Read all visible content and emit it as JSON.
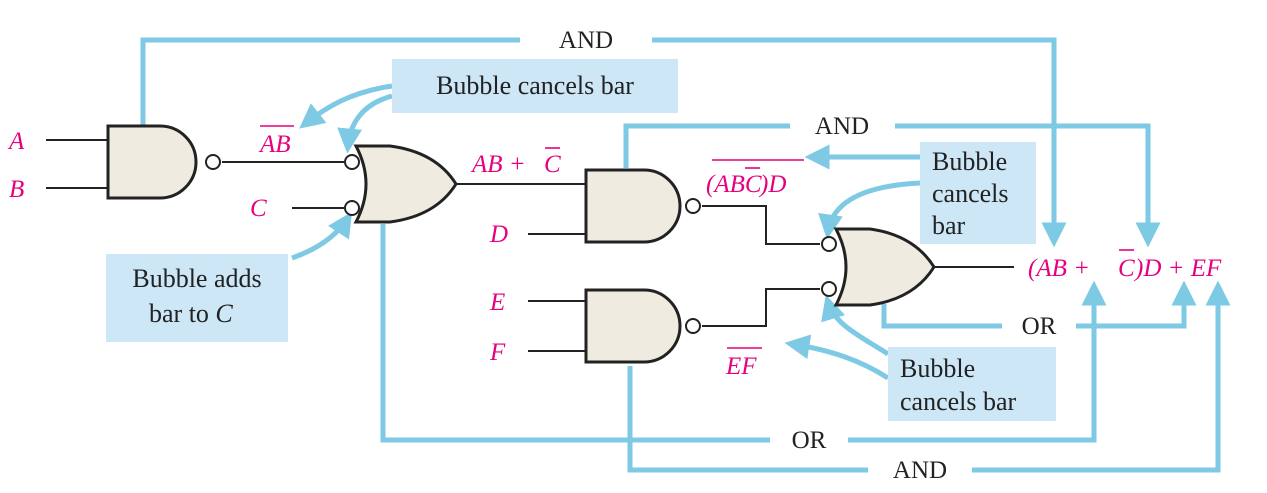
{
  "inputs": {
    "a": "A",
    "b": "B",
    "c": "C",
    "d": "D",
    "e": "E",
    "f": "F"
  },
  "signals": {
    "ab": "AB",
    "ab_plus": "AB + ",
    "c_bar": "C",
    "abc_paren": "(ABC",
    "abc_d": ")D",
    "ef": "EF",
    "out_pre": "(AB + ",
    "out_c": "C",
    "out_post": ")D + EF"
  },
  "flow_labels": {
    "top_and": "AND",
    "mid_and": "AND",
    "right_or": "OR",
    "bottom_or": "OR",
    "bottom_and": "AND"
  },
  "callouts": {
    "top": [
      "Bubble cancels bar"
    ],
    "right": [
      "Bubble",
      "cancels",
      "bar"
    ],
    "left": [
      "Bubble adds",
      "bar to "
    ],
    "left_c": "C",
    "bottom": [
      "Bubble",
      "cancels bar"
    ]
  },
  "colors": {
    "signal": "#e6007e",
    "flow": "#7ec9e3",
    "callout_bg": "#cde7f7",
    "gate_fill": "#efebe0"
  }
}
